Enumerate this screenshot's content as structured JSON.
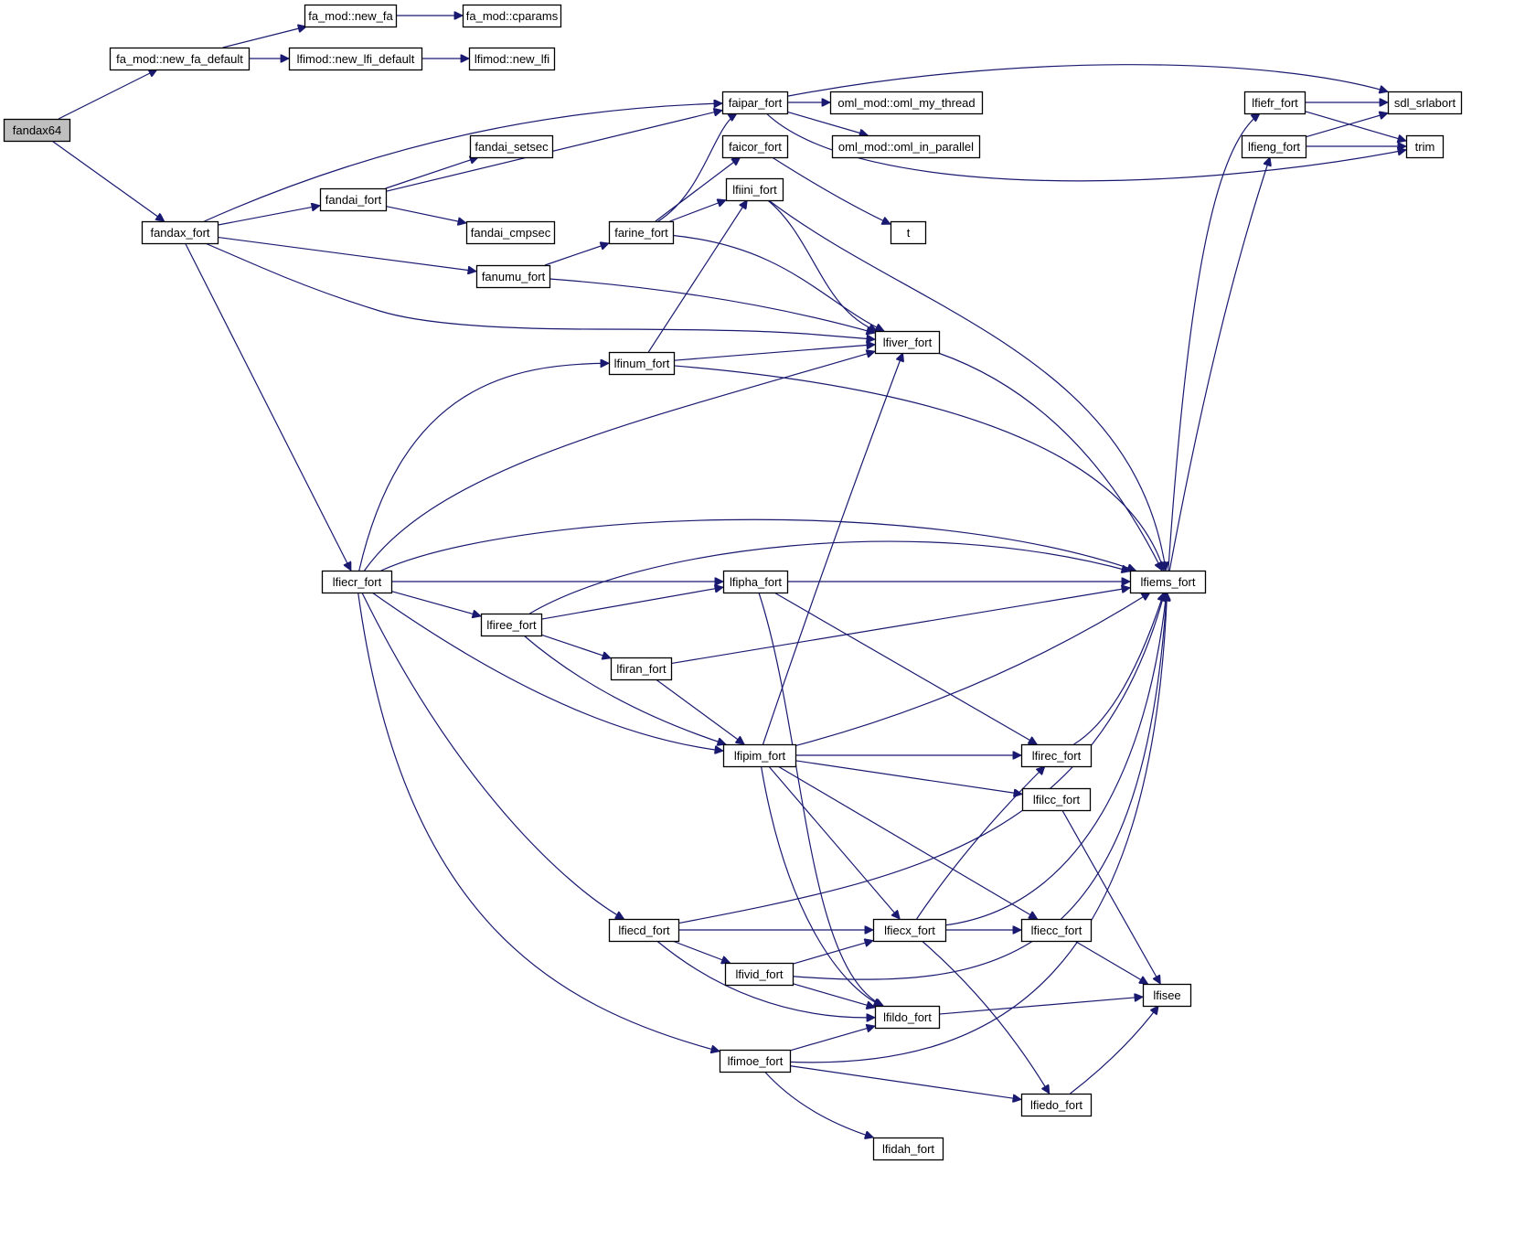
{
  "diagram": {
    "type": "call-graph",
    "root": "fandax64",
    "colors": {
      "edge": "#191970",
      "node_border": "#000000",
      "root_fill": "#bfbfbf",
      "node_fill": "#ffffff"
    },
    "nodes": [
      {
        "id": "fandax64",
        "label": "fandax64"
      },
      {
        "id": "new_fa_default",
        "label": "fa_mod::new_fa_default"
      },
      {
        "id": "new_fa",
        "label": "fa_mod::new_fa"
      },
      {
        "id": "cparams",
        "label": "fa_mod::cparams"
      },
      {
        "id": "new_lfi_default",
        "label": "lfimod::new_lfi_default"
      },
      {
        "id": "new_lfi",
        "label": "lfimod::new_lfi"
      },
      {
        "id": "fandax_fort",
        "label": "fandax_fort"
      },
      {
        "id": "faipar_fort",
        "label": "faipar_fort"
      },
      {
        "id": "oml_my_thread",
        "label": "oml_mod::oml_my_thread"
      },
      {
        "id": "oml_in_parallel",
        "label": "oml_mod::oml_in_parallel"
      },
      {
        "id": "fandai_setsec",
        "label": "fandai_setsec"
      },
      {
        "id": "fandai_fort",
        "label": "fandai_fort"
      },
      {
        "id": "fandai_cmpsec",
        "label": "fandai_cmpsec"
      },
      {
        "id": "faicor_fort",
        "label": "faicor_fort"
      },
      {
        "id": "lfiini_fort",
        "label": "lfiini_fort"
      },
      {
        "id": "farine_fort",
        "label": "farine_fort"
      },
      {
        "id": "t",
        "label": "t"
      },
      {
        "id": "fanumu_fort",
        "label": "fanumu_fort"
      },
      {
        "id": "lfiver_fort",
        "label": "lfiver_fort"
      },
      {
        "id": "lfinum_fort",
        "label": "lfinum_fort"
      },
      {
        "id": "lfiefr_fort",
        "label": "lfiefr_fort"
      },
      {
        "id": "sdl_srlabort",
        "label": "sdl_srlabort"
      },
      {
        "id": "lfieng_fort",
        "label": "lfieng_fort"
      },
      {
        "id": "trim",
        "label": "trim"
      },
      {
        "id": "lfiecr_fort",
        "label": "lfiecr_fort"
      },
      {
        "id": "lfipha_fort",
        "label": "lfipha_fort"
      },
      {
        "id": "lfiems_fort",
        "label": "lfiems_fort"
      },
      {
        "id": "lfiree_fort",
        "label": "lfiree_fort"
      },
      {
        "id": "lfiran_fort",
        "label": "lfiran_fort"
      },
      {
        "id": "lfipim_fort",
        "label": "lfipim_fort"
      },
      {
        "id": "lfirec_fort",
        "label": "lfirec_fort"
      },
      {
        "id": "lfilcc_fort",
        "label": "lfilcc_fort"
      },
      {
        "id": "lfiecd_fort",
        "label": "lfiecd_fort"
      },
      {
        "id": "lfiecx_fort",
        "label": "lfiecx_fort"
      },
      {
        "id": "lfiecc_fort",
        "label": "lfiecc_fort"
      },
      {
        "id": "lfivid_fort",
        "label": "lfivid_fort"
      },
      {
        "id": "lfisee",
        "label": "lfisee"
      },
      {
        "id": "lfildo_fort",
        "label": "lfildo_fort"
      },
      {
        "id": "lfimoe_fort",
        "label": "lfimoe_fort"
      },
      {
        "id": "lfiedo_fort",
        "label": "lfiedo_fort"
      },
      {
        "id": "lfidah_fort",
        "label": "lfidah_fort"
      }
    ],
    "edges": [
      [
        "fandax64",
        "new_fa_default"
      ],
      [
        "fandax64",
        "fandax_fort"
      ],
      [
        "new_fa_default",
        "new_fa"
      ],
      [
        "new_fa_default",
        "new_lfi_default"
      ],
      [
        "new_fa",
        "cparams"
      ],
      [
        "new_lfi_default",
        "new_lfi"
      ],
      [
        "fandax_fort",
        "faipar_fort"
      ],
      [
        "fandax_fort",
        "fandai_fort"
      ],
      [
        "fandax_fort",
        "fanumu_fort"
      ],
      [
        "fandax_fort",
        "lfiver_fort"
      ],
      [
        "fandax_fort",
        "lfiecr_fort"
      ],
      [
        "fandai_fort",
        "fandai_setsec"
      ],
      [
        "fandai_fort",
        "faipar_fort"
      ],
      [
        "fandai_fort",
        "fandai_cmpsec"
      ],
      [
        "faipar_fort",
        "oml_my_thread"
      ],
      [
        "faipar_fort",
        "oml_in_parallel"
      ],
      [
        "faipar_fort",
        "sdl_srlabort"
      ],
      [
        "faipar_fort",
        "trim"
      ],
      [
        "faicor_fort",
        "t"
      ],
      [
        "fanumu_fort",
        "farine_fort"
      ],
      [
        "fanumu_fort",
        "lfiver_fort"
      ],
      [
        "farine_fort",
        "faipar_fort"
      ],
      [
        "farine_fort",
        "faicor_fort"
      ],
      [
        "farine_fort",
        "lfiini_fort"
      ],
      [
        "farine_fort",
        "lfiver_fort"
      ],
      [
        "lfiini_fort",
        "lfiver_fort"
      ],
      [
        "lfiini_fort",
        "lfiems_fort"
      ],
      [
        "lfinum_fort",
        "lfiini_fort"
      ],
      [
        "lfinum_fort",
        "lfiver_fort"
      ],
      [
        "lfinum_fort",
        "lfiems_fort"
      ],
      [
        "lfiver_fort",
        "lfiems_fort"
      ],
      [
        "lfiefr_fort",
        "sdl_srlabort"
      ],
      [
        "lfiefr_fort",
        "trim"
      ],
      [
        "lfieng_fort",
        "sdl_srlabort"
      ],
      [
        "lfieng_fort",
        "trim"
      ],
      [
        "lfiems_fort",
        "lfiefr_fort"
      ],
      [
        "lfiems_fort",
        "lfieng_fort"
      ],
      [
        "lfiecr_fort",
        "lfinum_fort"
      ],
      [
        "lfiecr_fort",
        "lfiver_fort"
      ],
      [
        "lfiecr_fort",
        "lfiems_fort"
      ],
      [
        "lfiecr_fort",
        "lfipha_fort"
      ],
      [
        "lfiecr_fort",
        "lfiree_fort"
      ],
      [
        "lfiecr_fort",
        "lfipim_fort"
      ],
      [
        "lfiecr_fort",
        "lfiecd_fort"
      ],
      [
        "lfiecr_fort",
        "lfimoe_fort"
      ],
      [
        "lfipha_fort",
        "lfiems_fort"
      ],
      [
        "lfipha_fort",
        "lfirec_fort"
      ],
      [
        "lfipha_fort",
        "lfildo_fort"
      ],
      [
        "lfiree_fort",
        "lfiems_fort"
      ],
      [
        "lfiree_fort",
        "lfipha_fort"
      ],
      [
        "lfiree_fort",
        "lfiran_fort"
      ],
      [
        "lfiree_fort",
        "lfipim_fort"
      ],
      [
        "lfiran_fort",
        "lfiems_fort"
      ],
      [
        "lfiran_fort",
        "lfipim_fort"
      ],
      [
        "lfipim_fort",
        "lfiver_fort"
      ],
      [
        "lfipim_fort",
        "lfiems_fort"
      ],
      [
        "lfipim_fort",
        "lfirec_fort"
      ],
      [
        "lfipim_fort",
        "lfilcc_fort"
      ],
      [
        "lfipim_fort",
        "lfiecx_fort"
      ],
      [
        "lfipim_fort",
        "lfiecc_fort"
      ],
      [
        "lfipim_fort",
        "lfildo_fort"
      ],
      [
        "lfirec_fort",
        "lfiems_fort"
      ],
      [
        "lfilcc_fort",
        "lfisee"
      ],
      [
        "lfiecd_fort",
        "lfiems_fort"
      ],
      [
        "lfiecd_fort",
        "lfiecx_fort"
      ],
      [
        "lfiecd_fort",
        "lfivid_fort"
      ],
      [
        "lfiecd_fort",
        "lfildo_fort"
      ],
      [
        "lfiecx_fort",
        "lfirec_fort"
      ],
      [
        "lfiecx_fort",
        "lfiems_fort"
      ],
      [
        "lfiecx_fort",
        "lfiecc_fort"
      ],
      [
        "lfiecx_fort",
        "lfiedo_fort"
      ],
      [
        "lfiecc_fort",
        "lfisee"
      ],
      [
        "lfivid_fort",
        "lfiecx_fort"
      ],
      [
        "lfivid_fort",
        "lfiems_fort"
      ],
      [
        "lfivid_fort",
        "lfildo_fort"
      ],
      [
        "lfildo_fort",
        "lfisee"
      ],
      [
        "lfimoe_fort",
        "lfildo_fort"
      ],
      [
        "lfimoe_fort",
        "lfiems_fort"
      ],
      [
        "lfimoe_fort",
        "lfiedo_fort"
      ],
      [
        "lfimoe_fort",
        "lfidah_fort"
      ],
      [
        "lfiedo_fort",
        "lfisee"
      ]
    ]
  }
}
